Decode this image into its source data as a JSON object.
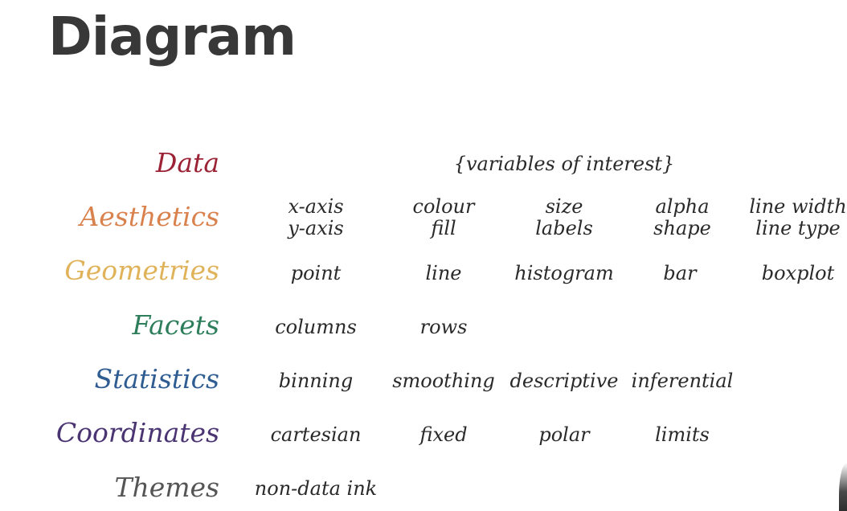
{
  "title": "Diagram",
  "colors": {
    "data": "#9b2335",
    "aesthetics": "#d9824e",
    "geometries": "#e0b35a",
    "facets": "#2e7d5b",
    "statistics": "#2f5c91",
    "coordinates": "#4a3472",
    "themes": "#555555"
  },
  "rows": [
    {
      "label": "Data",
      "cells": [
        "{variables of interest}"
      ]
    },
    {
      "label": "Aesthetics",
      "cells": [
        [
          "x-axis",
          "y-axis"
        ],
        [
          "colour",
          "fill"
        ],
        [
          "size",
          "labels"
        ],
        [
          "alpha",
          "shape"
        ],
        [
          "line width",
          "line type"
        ]
      ]
    },
    {
      "label": "Geometries",
      "cells": [
        "point",
        "line",
        "histogram",
        "bar",
        "boxplot"
      ]
    },
    {
      "label": "Facets",
      "cells": [
        "columns",
        "rows"
      ]
    },
    {
      "label": "Statistics",
      "cells": [
        "binning",
        "smoothing",
        "descriptive",
        "inferential"
      ]
    },
    {
      "label": "Coordinates",
      "cells": [
        "cartesian",
        "fixed",
        "polar",
        "limits"
      ]
    },
    {
      "label": "Themes",
      "cells": [
        "non-data ink"
      ]
    }
  ]
}
